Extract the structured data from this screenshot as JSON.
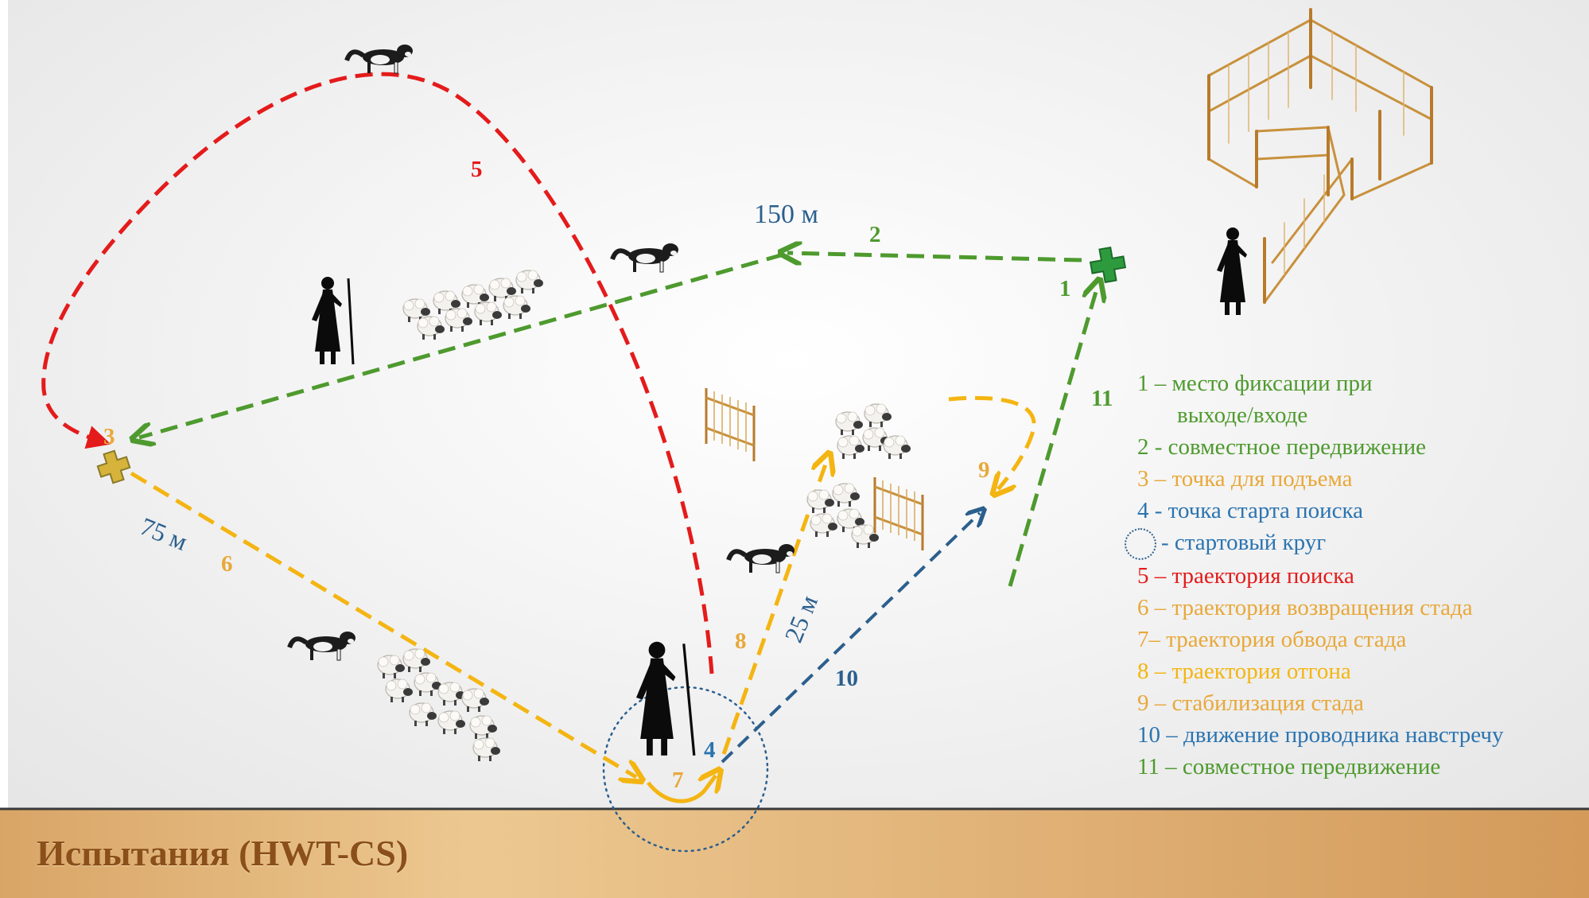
{
  "title": "Испытания (HWT-CS)",
  "colors": {
    "green": "#4e9a2e",
    "red": "#e41b1b",
    "orange": "#f4b512",
    "orange_text": "#e8a83a",
    "blue": "#2b5f8e",
    "brown_title": "#8a4f1a",
    "fence": "#c8913c"
  },
  "map_labels": {
    "n1": "1",
    "n2": "2",
    "n3": "3",
    "n4": "4",
    "n5": "5",
    "n6": "6",
    "n7": "7",
    "n8": "8",
    "n9": "9",
    "n10": "10",
    "n11": "11",
    "dist150": "150 м",
    "dist75": "75 м",
    "dist25": "25 м"
  },
  "legend": [
    {
      "text": "1 – место фиксации при",
      "color": "#4e9a2e"
    },
    {
      "text": "выходе/входе",
      "color": "#4e9a2e",
      "indent": true
    },
    {
      "text": "2 - совместное передвижение",
      "color": "#4e9a2e"
    },
    {
      "text": "3 – точка для подъема",
      "color": "#e8a83a"
    },
    {
      "text": "4 -  точка старта поиска",
      "color": "#2b74b0"
    },
    {
      "text": "- стартовый круг",
      "color": "#2b74b0",
      "circle": true
    },
    {
      "text": "5 – траектория поиска",
      "color": "#e41b1b"
    },
    {
      "text": "6 – траектория возвращения стада",
      "color": "#e8a83a"
    },
    {
      "text": "7– траектория обвода стада",
      "color": "#e8a83a"
    },
    {
      "text": "8 – траектория отгона",
      "color": "#f4b512"
    },
    {
      "text": "9 – стабилизация стада",
      "color": "#e8a83a"
    },
    {
      "text": "10 – движение проводника навстречу",
      "color": "#2b74b0"
    },
    {
      "text": "11 – совместное передвижение",
      "color": "#4e9a2e"
    }
  ],
  "icons": [
    "dog-icon",
    "shepherd-icon",
    "sheep-flock-icon",
    "fence-icon",
    "enclosure-icon",
    "cross-marker-icon"
  ]
}
